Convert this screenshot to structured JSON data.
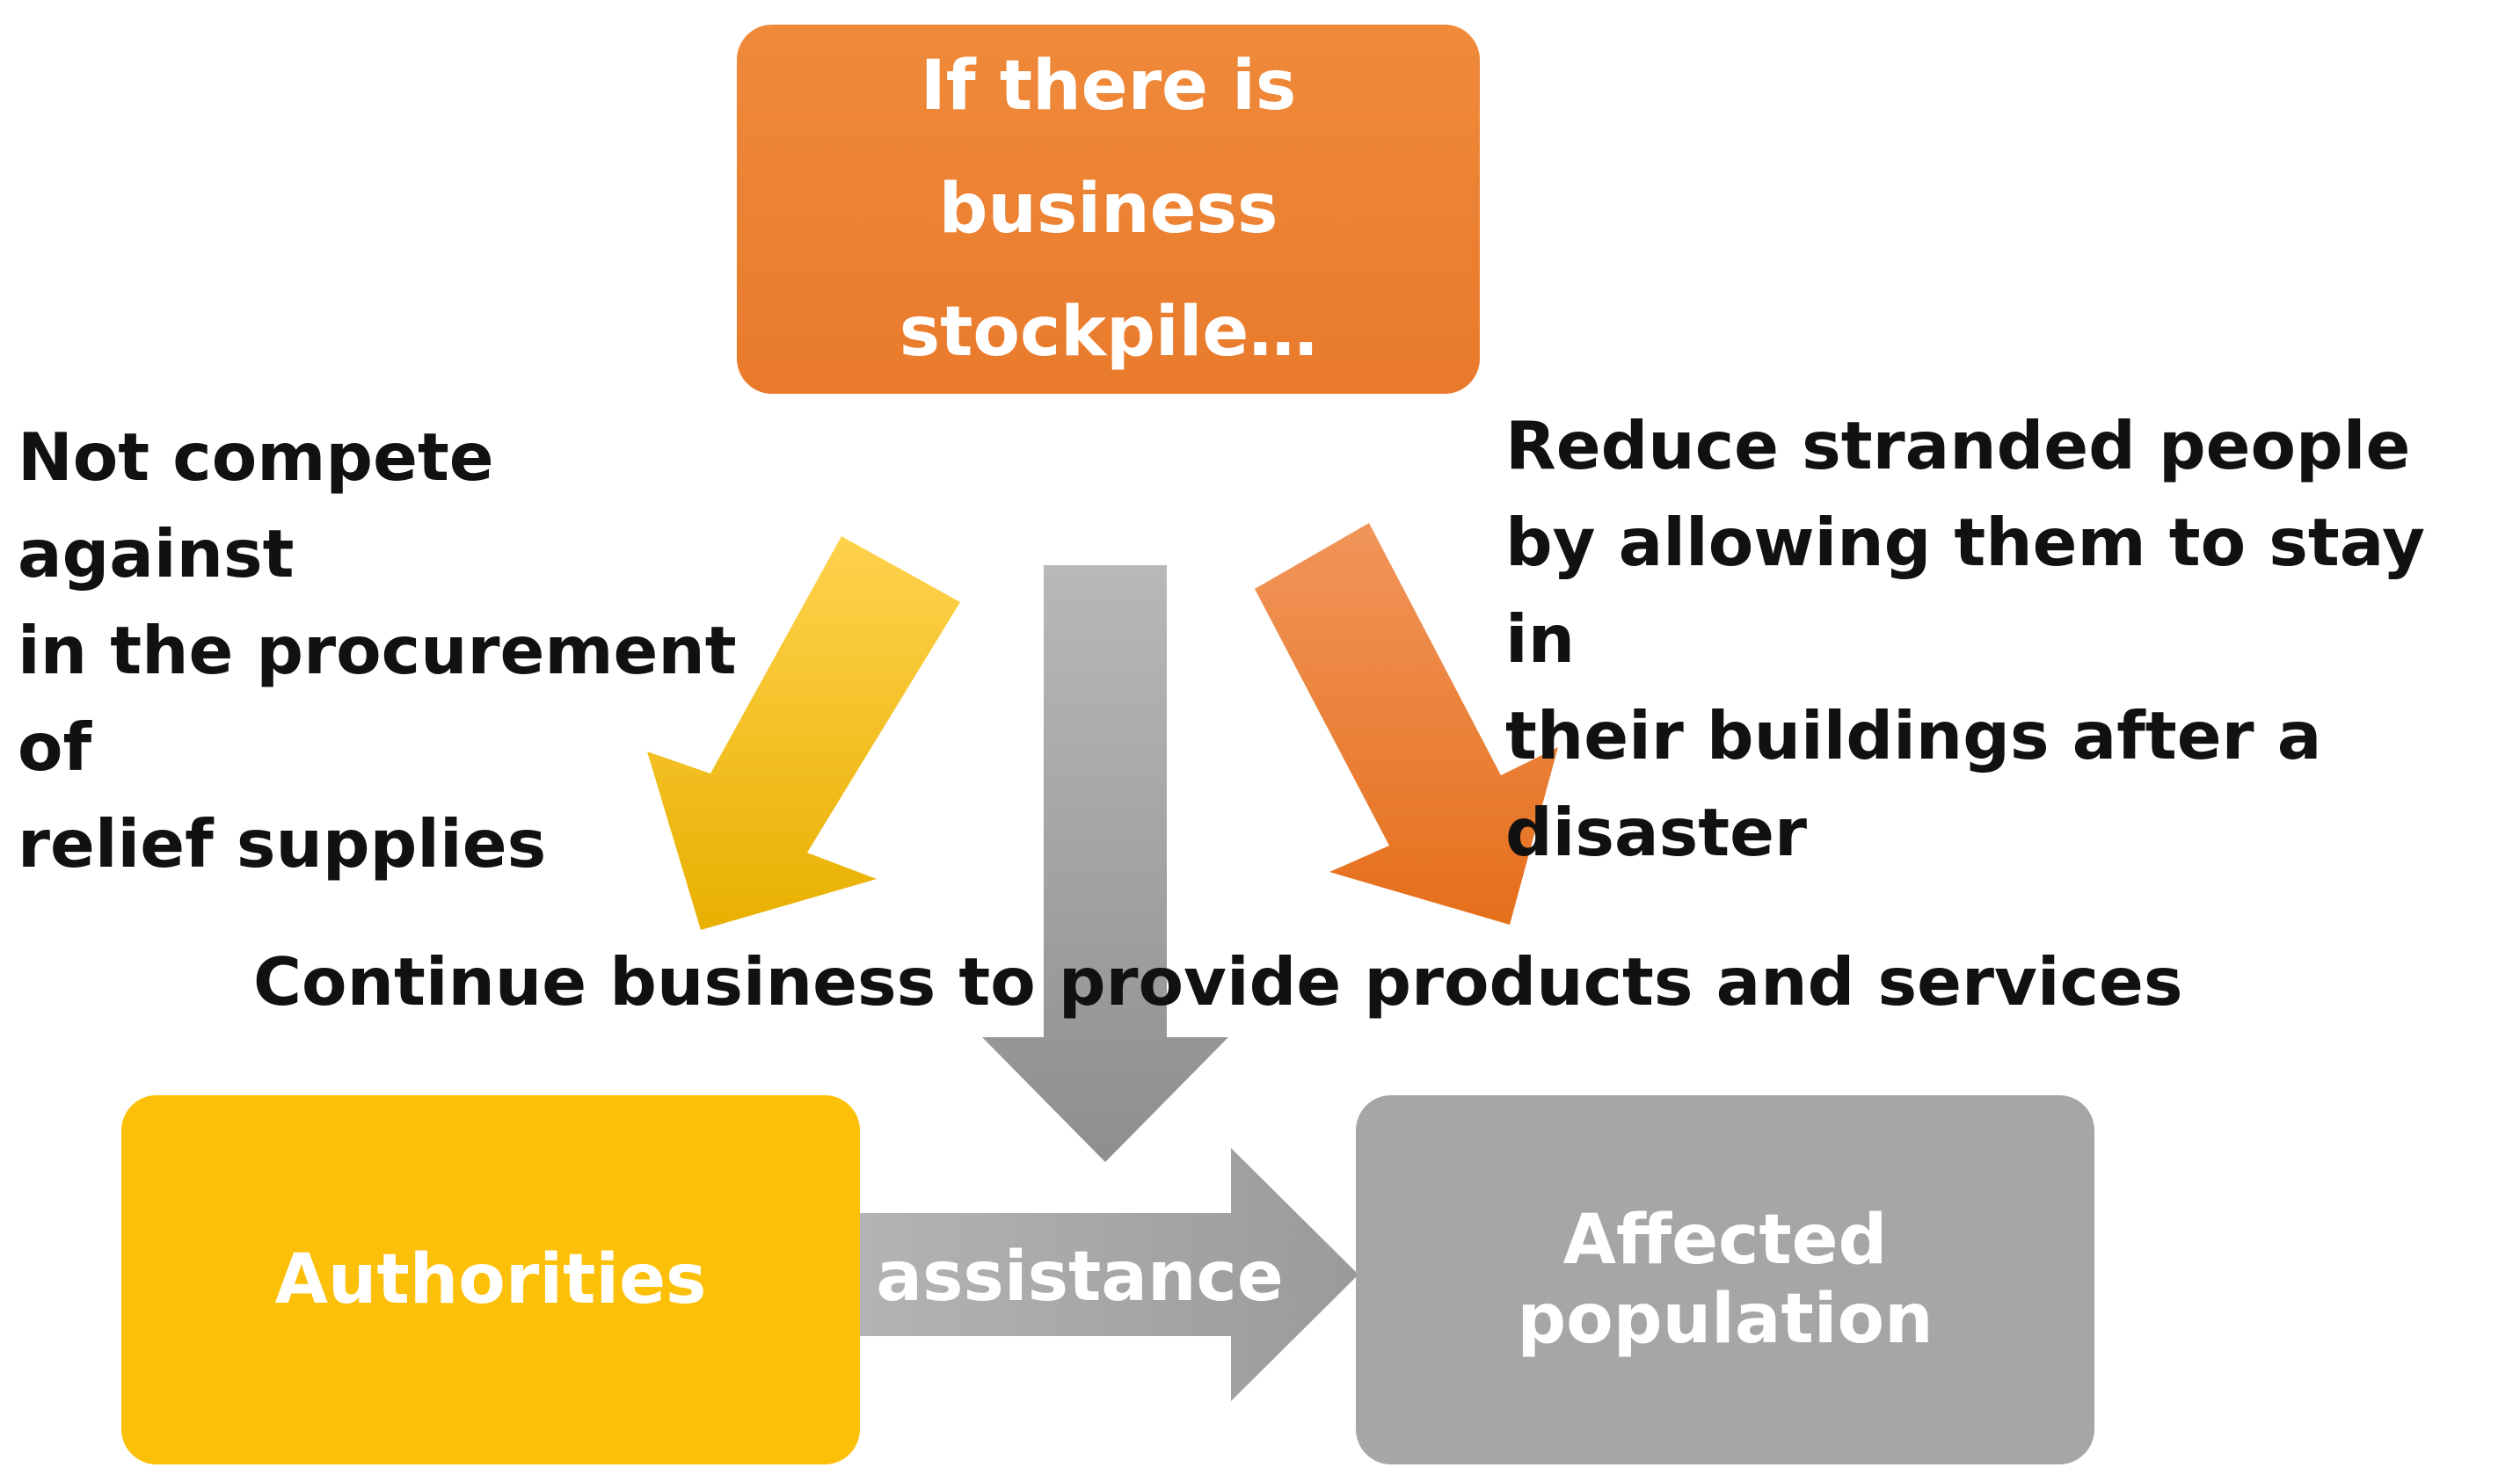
{
  "top_box": {
    "text": "If there is business stockpile…",
    "color": "#ed7d31"
  },
  "left_label": {
    "text": "Not compete against\nin the procurement of\nrelief supplies"
  },
  "right_label": {
    "text": "Reduce stranded people\nby allowing them to stay in\ntheir buildings after a disaster"
  },
  "center_label": {
    "text": "Continue business to provide products and services"
  },
  "authorities_box": {
    "text": "Authorities",
    "color": "#ffc000"
  },
  "affected_box": {
    "text": "Affected population",
    "color": "#a5a5a5"
  },
  "assistance_arrow": {
    "text": "assistance",
    "color": "#a6a6a6"
  },
  "arrows": {
    "left_color": "#ffc000",
    "center_color": "#a6a6a6",
    "right_color": "#ed7d31"
  }
}
